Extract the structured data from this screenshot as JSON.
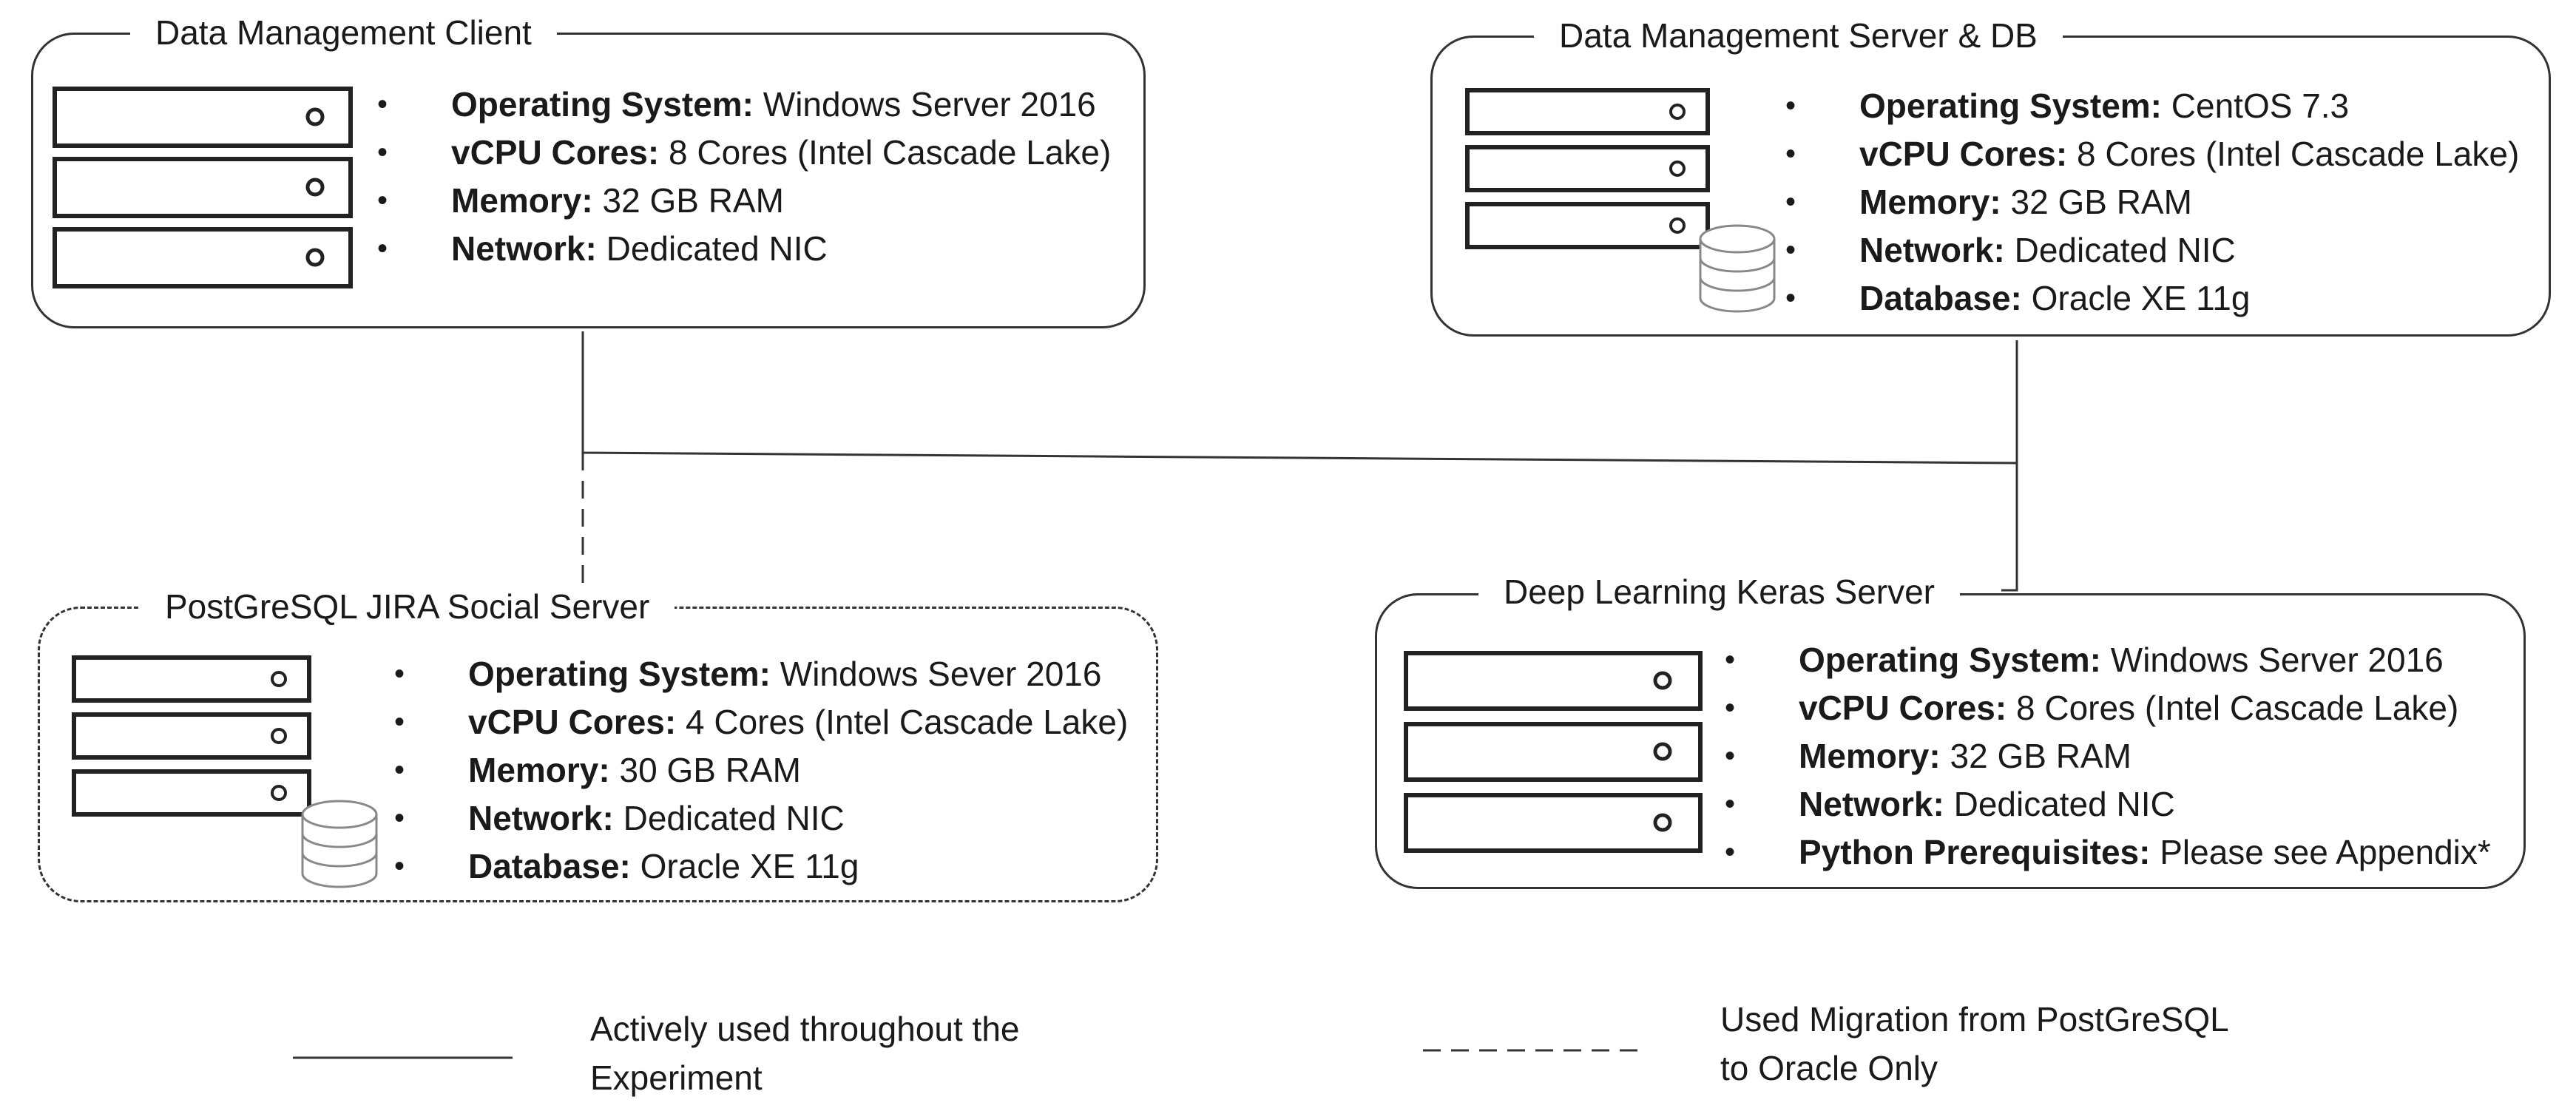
{
  "nodes": [
    {
      "title": "Data Management Client",
      "specs": [
        {
          "key": "Operating System:",
          "value": " Windows Server 2016"
        },
        {
          "key": "vCPU Cores:",
          "value": " 8 Cores (Intel Cascade Lake)"
        },
        {
          "key": "Memory:",
          "value": " 32 GB RAM"
        },
        {
          "key": "Network:",
          "value": " Dedicated NIC"
        }
      ]
    },
    {
      "title": "Data Management Server & DB",
      "specs": [
        {
          "key": "Operating System:",
          "value": " CentOS 7.3"
        },
        {
          "key": "vCPU Cores:",
          "value": " 8 Cores (Intel Cascade Lake)"
        },
        {
          "key": "Memory:",
          "value": " 32 GB RAM"
        },
        {
          "key": "Network:",
          "value": " Dedicated NIC"
        },
        {
          "key": "Database:",
          "value": " Oracle XE 11g"
        }
      ]
    },
    {
      "title": "PostGreSQL JIRA Social Server",
      "specs": [
        {
          "key": "Operating System:",
          "value": " Windows Sever 2016"
        },
        {
          "key": "vCPU Cores:",
          "value": " 4 Cores (Intel Cascade Lake)"
        },
        {
          "key": "Memory:",
          "value": " 30 GB RAM"
        },
        {
          "key": "Network:",
          "value": " Dedicated NIC"
        },
        {
          "key": "Database:",
          "value": " Oracle XE 11g"
        }
      ]
    },
    {
      "title": "Deep Learning Keras Server",
      "specs": [
        {
          "key": "Operating System:",
          "value": " Windows Server 2016"
        },
        {
          "key": "vCPU Cores:",
          "value": " 8 Cores (Intel Cascade Lake)"
        },
        {
          "key": "Memory:",
          "value": " 32 GB RAM"
        },
        {
          "key": "Network:",
          "value": " Dedicated NIC"
        },
        {
          "key": "Python Prerequisites:",
          "value": " Please see Appendix*"
        }
      ]
    }
  ],
  "legend": {
    "solid": {
      "line1": "Actively used throughout the",
      "line2": "Experiment"
    },
    "dashed": {
      "line1": "Used Migration from PostGreSQL",
      "line2": "to Oracle Only"
    }
  }
}
